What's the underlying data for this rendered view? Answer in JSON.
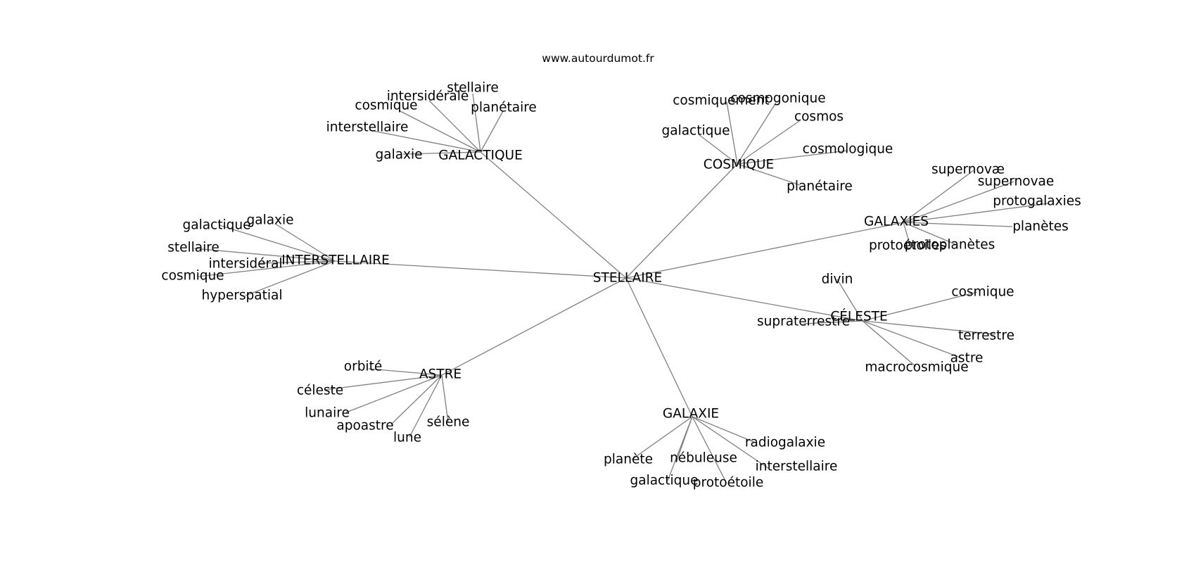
{
  "source": "www.autourdumot.fr",
  "diagram": {
    "center": "STELLAIRE",
    "branches": [
      {
        "word": "GALACTIQUE",
        "related": [
          "stellaire",
          "intersidérale",
          "cosmique",
          "planétaire",
          "interstellaire",
          "galaxie"
        ]
      },
      {
        "word": "COSMIQUE",
        "related": [
          "cosmiquement",
          "cosmogonique",
          "cosmos",
          "galactique",
          "cosmologique",
          "planétaire"
        ]
      },
      {
        "word": "GALAXIES",
        "related": [
          "supernovæ",
          "supernovae",
          "protogalaxies",
          "planètes",
          "protoétoiles",
          "protoplanètes"
        ]
      },
      {
        "word": "INTERSTELLAIRE",
        "related": [
          "galaxie",
          "galactique",
          "stellaire",
          "intersidéral",
          "cosmique",
          "hyperspatial"
        ]
      },
      {
        "word": "CÉLESTE",
        "related": [
          "divin",
          "cosmique",
          "supraterrestre",
          "terrestre",
          "astre",
          "macrocosmique"
        ]
      },
      {
        "word": "ASTRE",
        "related": [
          "orbité",
          "céleste",
          "lunaire",
          "apoastre",
          "sélène",
          "lune"
        ]
      },
      {
        "word": "GALAXIE",
        "related": [
          "radiogalaxie",
          "planète",
          "nébuleuse",
          "interstellaire",
          "galactique",
          "protoétoile"
        ]
      }
    ]
  }
}
